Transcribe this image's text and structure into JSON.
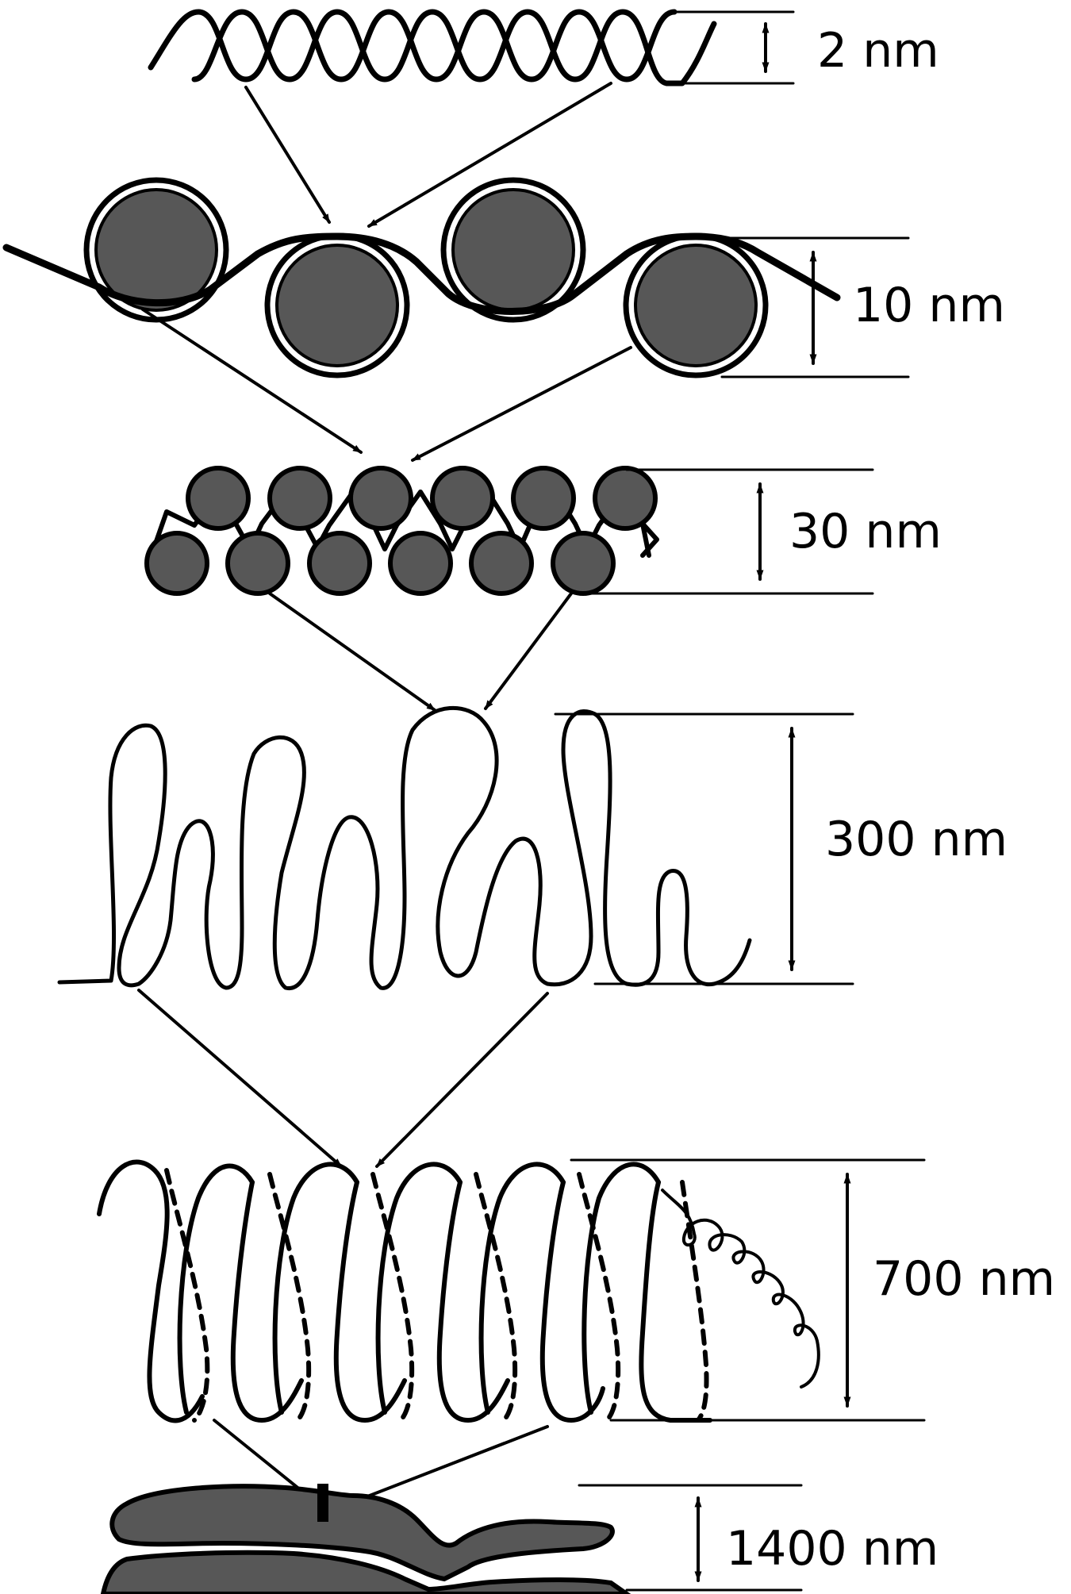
{
  "diagram": {
    "levels": [
      {
        "id": "dna",
        "label": "2 nm"
      },
      {
        "id": "nucleosome-fiber",
        "label": "10 nm"
      },
      {
        "id": "solenoid",
        "label": "30 nm"
      },
      {
        "id": "looped-domains",
        "label": "300 nm"
      },
      {
        "id": "condensed-section",
        "label": "700 nm"
      },
      {
        "id": "chromosome",
        "label": "1400 nm"
      }
    ]
  }
}
